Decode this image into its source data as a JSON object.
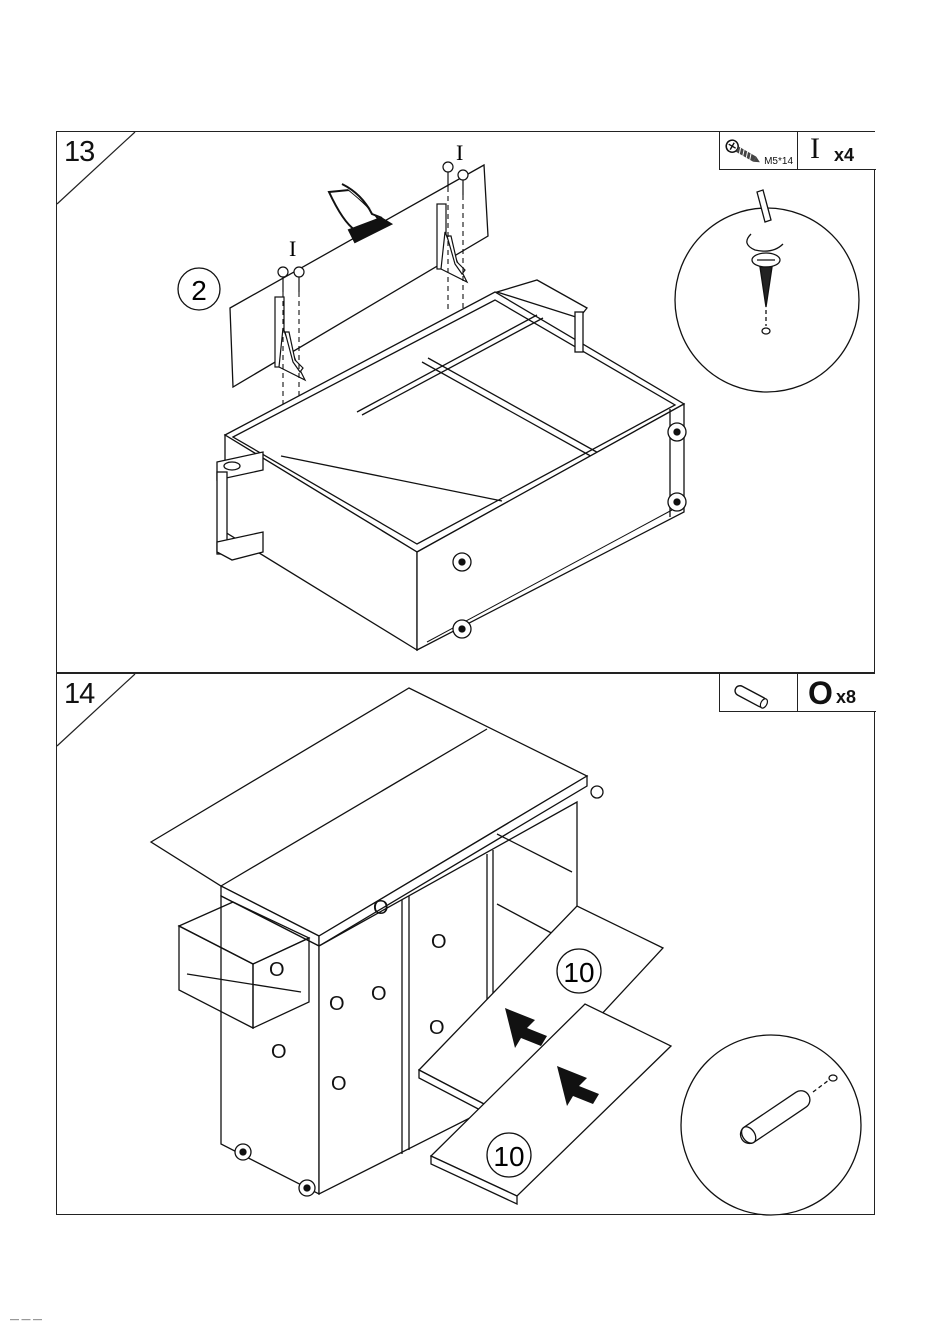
{
  "step13": {
    "number": "13",
    "hardware_icon": "screw-icon",
    "hardware_spec": "M5*14",
    "hardware_letter": "I",
    "hardware_qty": "x4",
    "part_label": "2",
    "screw_label_left": "I",
    "screw_label_right": "I"
  },
  "step14": {
    "number": "14",
    "hardware_icon": "dowel-icon",
    "hardware_letter": "O",
    "hardware_qty": "x8",
    "part_label_upper": "10",
    "part_label_lower": "10",
    "dowel_markers": [
      "O",
      "O",
      "O",
      "O",
      "O",
      "O",
      "O",
      "O",
      "O",
      "O"
    ]
  },
  "footer": {
    "text": "— — —"
  }
}
